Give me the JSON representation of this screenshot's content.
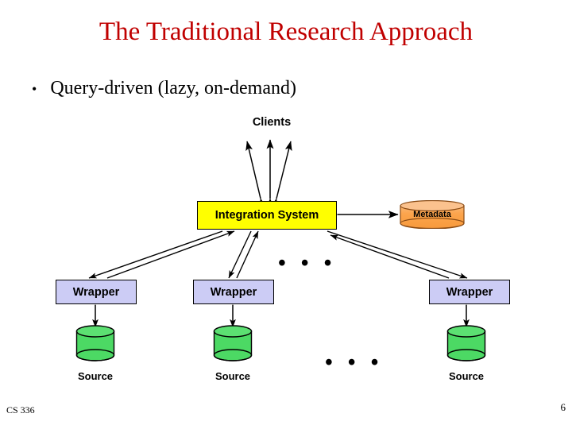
{
  "slide": {
    "title": "The Traditional Research Approach",
    "title_color": "#C00000",
    "background": "#FFFFFF",
    "bullets": [
      {
        "marker": "•",
        "text": "Query-driven (lazy, on-demand)"
      }
    ],
    "footer": {
      "course": "CS 336",
      "page_number": "6"
    }
  },
  "diagram": {
    "type": "architecture-diagram",
    "clients_label": "Clients",
    "integration_system": {
      "label": "Integration System",
      "fill": "#FFFF00",
      "stroke": "#000000"
    },
    "metadata": {
      "label": "Metadata",
      "shape": "cylinder",
      "fill": "#FCA44C",
      "stroke": "#000000"
    },
    "wrappers": [
      {
        "label": "Wrapper",
        "fill": "#CCCCF5",
        "stroke": "#000000"
      },
      {
        "label": "Wrapper",
        "fill": "#CCCCF5",
        "stroke": "#000000"
      },
      {
        "label": "Wrapper",
        "fill": "#CCCCF5",
        "stroke": "#000000"
      }
    ],
    "sources": [
      {
        "label": "Source",
        "shape": "cylinder",
        "fill": "#4CD964",
        "stroke": "#000000"
      },
      {
        "label": "Source",
        "shape": "cylinder",
        "fill": "#4CD964",
        "stroke": "#000000"
      },
      {
        "label": "Source",
        "shape": "cylinder",
        "fill": "#4CD964",
        "stroke": "#000000"
      }
    ],
    "ellipses": [
      {
        "text": "• • •",
        "position": "between-wrappers"
      },
      {
        "text": "• • •",
        "position": "between-sources"
      }
    ],
    "connections": [
      {
        "from": "integration-system",
        "to": "clients",
        "style": "double-arrow",
        "count": 3
      },
      {
        "from": "metadata",
        "to": "integration-system",
        "style": "double-arrow"
      },
      {
        "from": "integration-system",
        "to": "wrapper-1",
        "style": "bidirectional-pair"
      },
      {
        "from": "integration-system",
        "to": "wrapper-2",
        "style": "bidirectional-pair"
      },
      {
        "from": "integration-system",
        "to": "wrapper-3",
        "style": "bidirectional-pair"
      },
      {
        "from": "wrapper-1",
        "to": "source-1",
        "style": "double-arrow"
      },
      {
        "from": "wrapper-2",
        "to": "source-2",
        "style": "double-arrow"
      },
      {
        "from": "wrapper-3",
        "to": "source-3",
        "style": "double-arrow"
      }
    ]
  }
}
